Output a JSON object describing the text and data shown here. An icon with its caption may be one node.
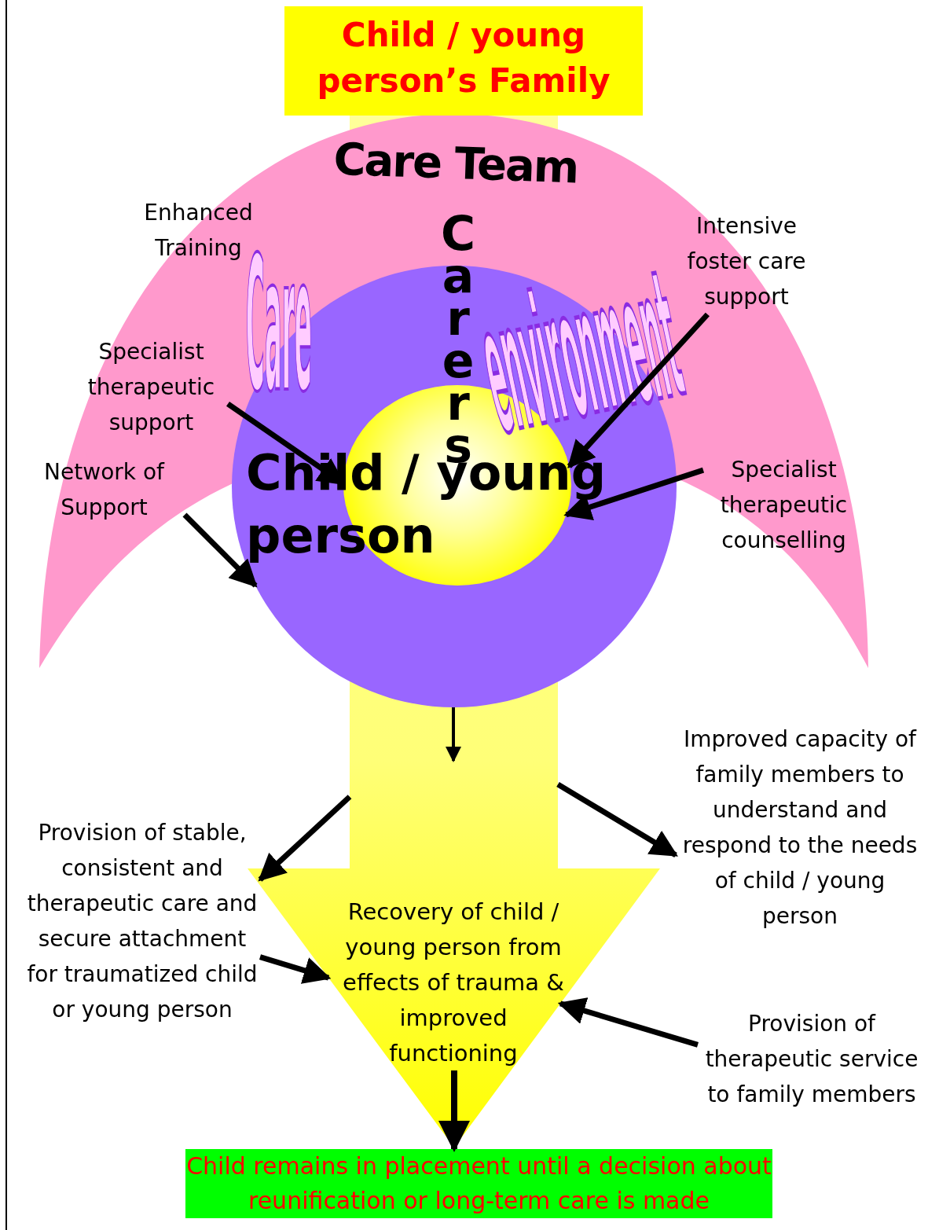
{
  "diagram": {
    "nodes": [
      {
        "text": [
          "Child / young person’s Family"
        ]
      },
      {
        "text": [
          "Care Team"
        ]
      },
      {
        "text": [
          "Care",
          "Carers",
          "environment"
        ],
        "in": 1
      },
      {
        "text": [
          "Child / young person"
        ],
        "in": 2
      },
      {
        "text": [
          "Specialist therapeutic support"
        ],
        "in": 1
      },
      {
        "text": [
          "Intensive foster care support"
        ],
        "in": 1
      },
      {
        "text": [
          "Network of Support"
        ],
        "in": 1
      },
      {
        "text": [
          "Specialist therapeutic counselling"
        ],
        "in": 1
      },
      {
        "text": [
          "Recovery of child / young person from effects of trauma & improved functioning"
        ]
      },
      {
        "text": [
          "Provision of stable, consistent and therapeutic care and secure attachment for traumatized child or young person"
        ]
      },
      {
        "text": [
          "Improved capacity of family members to understand and respond to the needs of child / young person"
        ]
      },
      {
        "text": [
          "Provision of therapeutic service to family members"
        ]
      },
      {
        "text": [
          "Child remains in placement until a decision about reunification or long-term care is made"
        ]
      }
    ],
    "edges": [
      {
        "from": 4,
        "to": 3,
        "arrow": "to"
      },
      {
        "from": 5,
        "to": 3,
        "arrow": "to"
      },
      {
        "from": 7,
        "to": 3,
        "arrow": "to"
      },
      {
        "from": 6,
        "to": 2,
        "arrow": "to"
      },
      {
        "from": 2,
        "to": 8,
        "arrow": "to"
      },
      {
        "from": 8,
        "to": 9,
        "arrow": "to"
      },
      {
        "from": 8,
        "to": 10,
        "arrow": "to"
      },
      {
        "from": 9,
        "to": 8,
        "arrow": "to"
      },
      {
        "from": 11,
        "to": 8,
        "arrow": "to"
      },
      {
        "from": 8,
        "to": 12,
        "arrow": "to"
      }
    ],
    "labels": [
      "Enhanced Training"
    ]
  }
}
